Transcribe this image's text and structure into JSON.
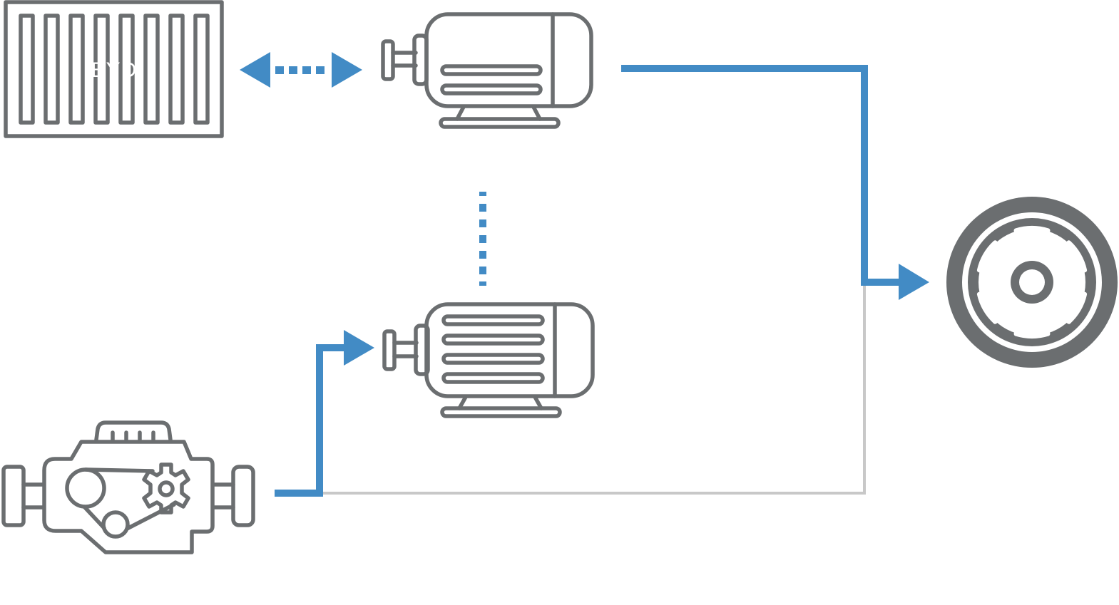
{
  "diagram": {
    "title": "",
    "components": [
      {
        "id": "battery",
        "label": "Battery",
        "brand_text": "BYD",
        "icon": "battery-pack-icon"
      },
      {
        "id": "motor-generator",
        "label": "Motor / Generator",
        "icon": "electric-motor-icon"
      },
      {
        "id": "traction-motor",
        "label": "Traction Motor",
        "icon": "electric-motor-icon"
      },
      {
        "id": "engine",
        "label": "Engine",
        "icon": "engine-icon"
      },
      {
        "id": "wheel",
        "label": "Wheel",
        "icon": "wheel-icon"
      }
    ],
    "connections": [
      {
        "from": "battery",
        "to": "motor-generator",
        "style": "dotted",
        "direction": "bidirectional",
        "color": "#428bc5"
      },
      {
        "from": "motor-generator",
        "to": "traction-motor",
        "style": "dotted",
        "direction": "none",
        "color": "#428bc5"
      },
      {
        "from": "motor-generator",
        "to": "wheel",
        "style": "solid",
        "direction": "forward",
        "color": "#428bc5"
      },
      {
        "from": "engine",
        "to": "traction-motor",
        "style": "solid",
        "direction": "forward",
        "color": "#428bc5"
      },
      {
        "from": "engine",
        "to": "wheel",
        "style": "solid",
        "direction": "none",
        "color": "#c8c8c8"
      }
    ],
    "colors": {
      "icon": "#6b6e70",
      "flow": "#428bc5",
      "mechanical": "#c8c8c8",
      "background": "#ffffff"
    }
  }
}
